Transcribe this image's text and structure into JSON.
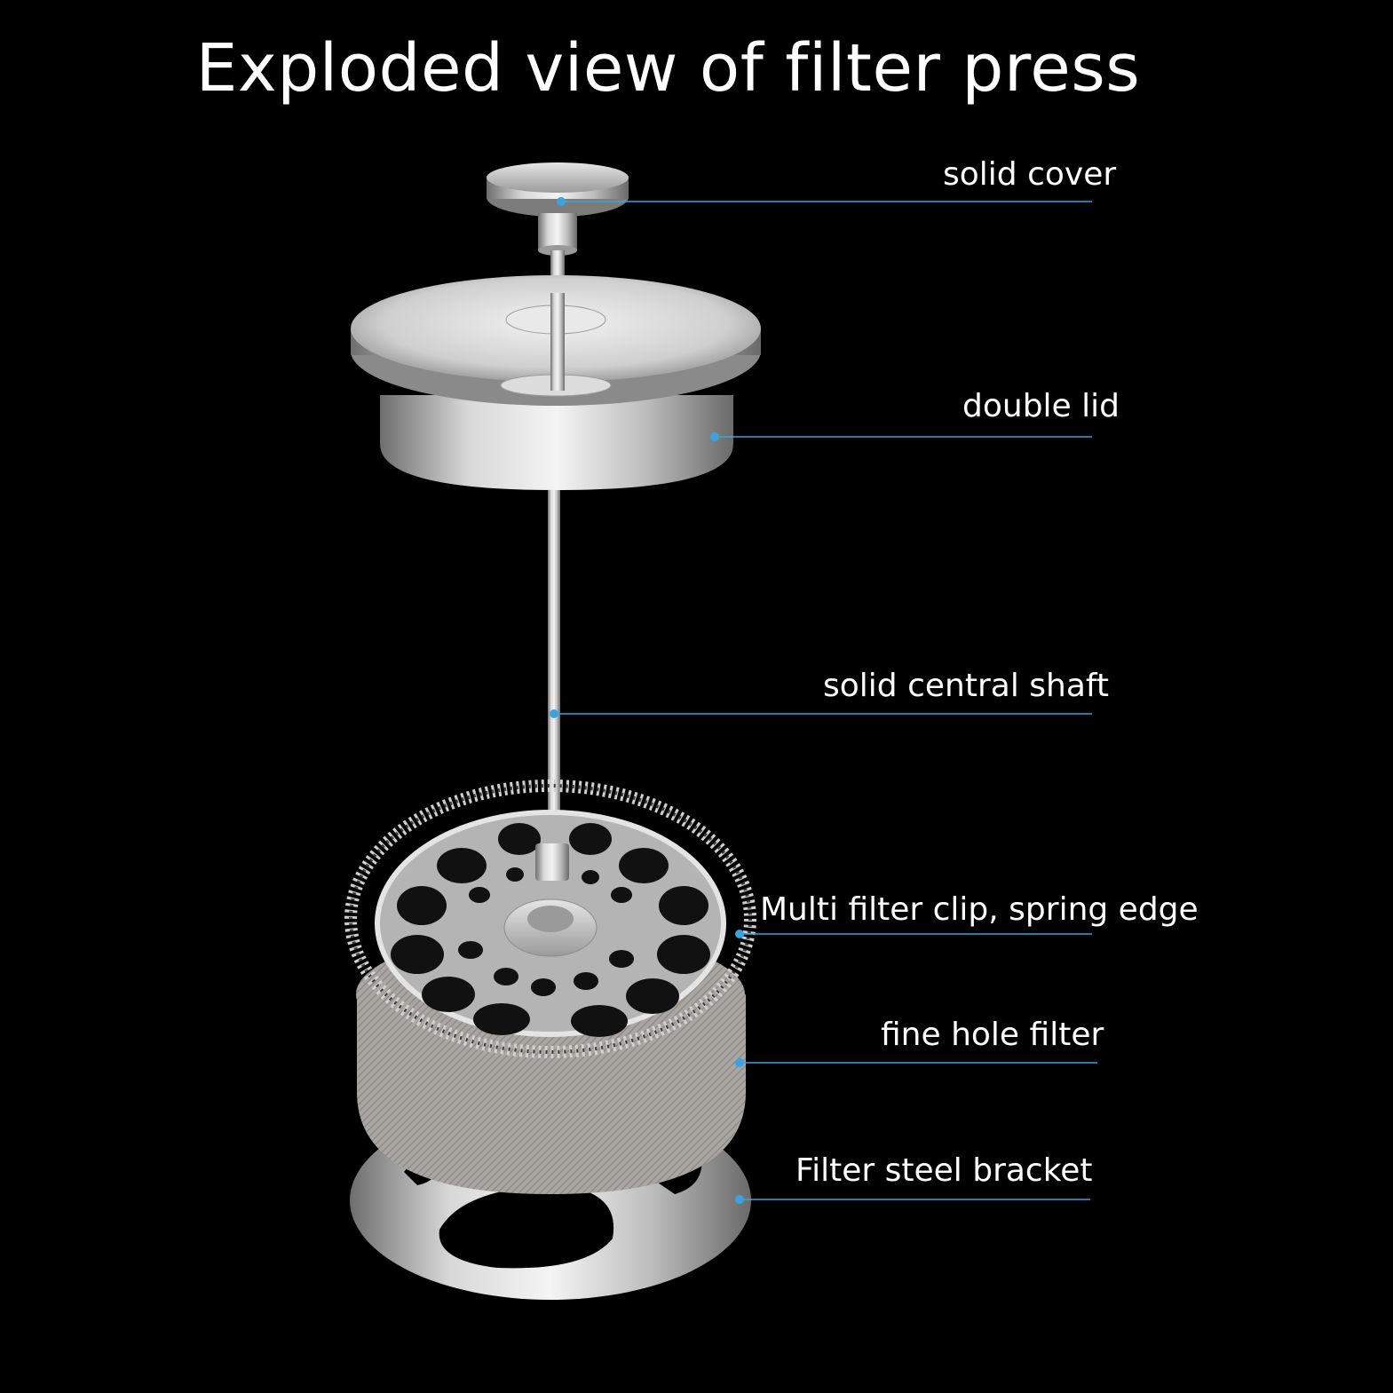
{
  "title": "Exploded view of filter press",
  "accent_color": "#3aa3df",
  "labels": {
    "solid_cover": "solid cover",
    "double_lid": "double lid",
    "central_shaft": "solid central shaft",
    "filter_clip": "Multi filter clip, spring edge",
    "fine_filter": "fine hole filter",
    "steel_bracket": "Filter steel bracket"
  }
}
